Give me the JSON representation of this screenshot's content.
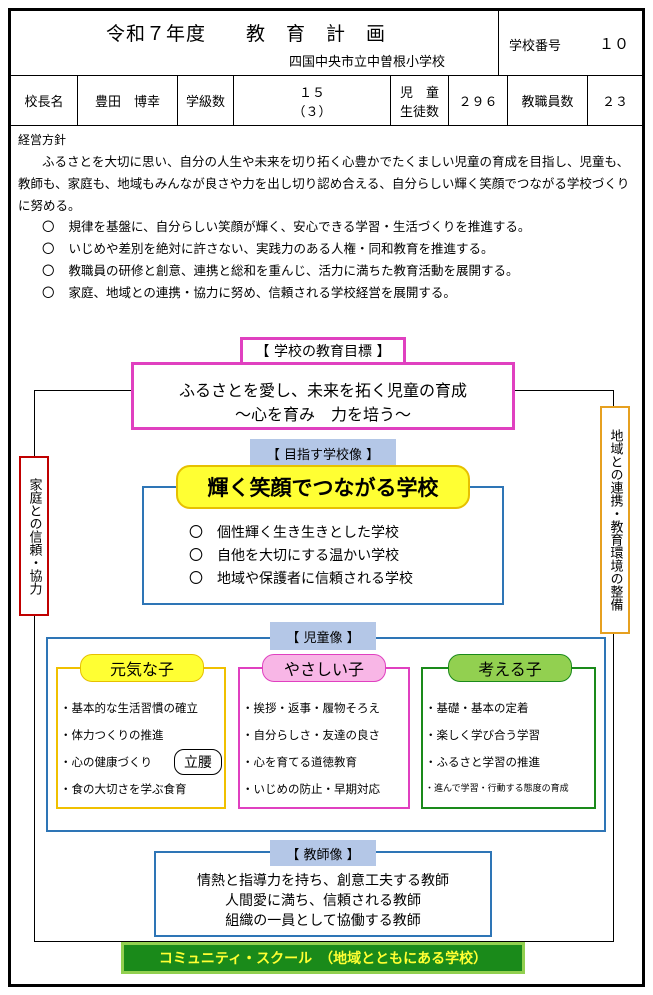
{
  "header": {
    "title": "令和７年度　　教　育　計　画",
    "school_name": "四国中央市立中曽根小学校",
    "school_number_label": "学校番号",
    "school_number": "１０"
  },
  "info_row": {
    "principal_label": "校長名",
    "principal_name": "豊田　博幸",
    "classes_label": "学級数",
    "classes_value": "１５",
    "classes_sub": "（３）",
    "students_label_1": "児　童",
    "students_label_2": "生徒数",
    "students_value": "２９６",
    "staff_label": "教職員数",
    "staff_value": "２３"
  },
  "policy": {
    "title": "経営方針",
    "text": "ふるさとを大切に思い、自分の人生や未来を切り拓く心豊かでたくましい児童の育成を目指し、児童も、教師も、家庭も、地域もみんなが良さや力を出し切り認め合える、自分らしい輝く笑顔でつながる学校づくりに努める。",
    "items": [
      "規律を基盤に、自分らしい笑顔が輝く、安心できる学習・生活づくりを推進する。",
      "いじめや差別を絶対に許さない、実践力のある人権・同和教育を推進する。",
      "教職員の研修と創意、連携と総和を重んじ、活力に満ちた教育活動を展開する。",
      "家庭、地域との連携・協力に努め、信頼される学校経営を展開する。"
    ]
  },
  "goal": {
    "label": "【 学校の教育目標 】",
    "line1": "ふるさとを愛し、未来を拓く児童の育成",
    "line2": "～心を育み　力を培う～"
  },
  "side_left": "家庭との信頼・協力",
  "side_right": "地域との連携・教育環境の整備",
  "vision": {
    "label": "【 目指す学校像 】",
    "headline": "輝く笑顔でつながる学校",
    "items": [
      "個性輝く生き生きとした学校",
      "自他を大切にする温かい学校",
      "地域や保護者に信頼される学校"
    ]
  },
  "children": {
    "label": "【 児童像 】",
    "groups": [
      {
        "title": "元気な子",
        "items": [
          "基本的な生活習慣の確立",
          "体力つくりの推進",
          "心の健康づくり",
          "食の大切さを学ぶ食育"
        ],
        "badge": "立腰"
      },
      {
        "title": "やさしい子",
        "items": [
          "挨拶・返事・履物そろえ",
          "自分らしさ・友達の良さ",
          "心を育てる道徳教育",
          "いじめの防止・早期対応"
        ]
      },
      {
        "title": "考える子",
        "items": [
          "基礎・基本の定着",
          "楽しく学び合う学習",
          "ふるさと学習の推進",
          "進んで学習・行動する態度の育成"
        ]
      }
    ]
  },
  "teacher": {
    "label": "【 教師像 】",
    "lines": [
      "情熱と指導力を持ち、創意工夫する教師",
      "人間愛に満ち、信頼される教師",
      "組織の一員として協働する教師"
    ]
  },
  "footer": "コミュニティ・スクール　（地域とともにある学校）",
  "colors": {
    "pink": "#e040c0",
    "blue": "#2e75b6",
    "label_blue": "#b4c7e7",
    "yellow": "#ffff33",
    "orange": "#e6a020",
    "red": "#c00000",
    "green": "#1a8a1a",
    "light_green": "#92d050",
    "pink_fill": "#f8b6e6"
  }
}
